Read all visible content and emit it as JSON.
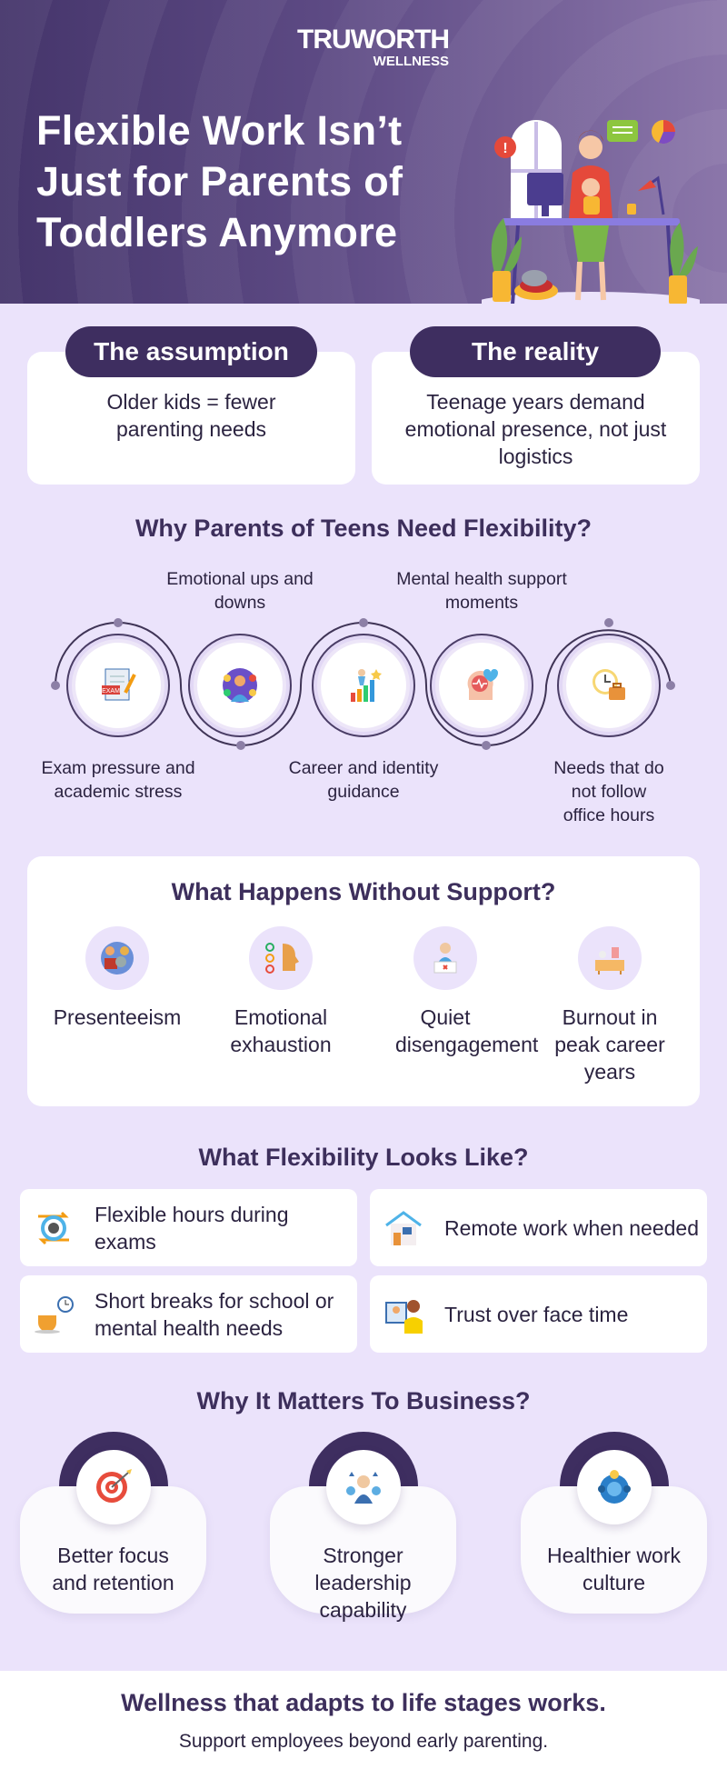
{
  "brand": {
    "name": "TRUWORTH",
    "sub": "WELLNESS"
  },
  "title": [
    "Flexible Work Isn’t",
    "Just for Parents of",
    "Toddlers Anymore"
  ],
  "comparison": [
    {
      "label": "The assumption",
      "text": "Older kids = fewer parenting needs"
    },
    {
      "label": "The reality",
      "text": "Teenage years demand emotional presence, not just logistics"
    }
  ],
  "why_teens": {
    "heading": "Why Parents of Teens Need Flexibility?",
    "items": [
      {
        "label": "Exam pressure and academic stress",
        "icon": "exam-icon"
      },
      {
        "label": "Emotional ups and downs",
        "icon": "emotions-icon"
      },
      {
        "label": "Career and identity guidance",
        "icon": "career-growth-icon"
      },
      {
        "label": "Mental health support moments",
        "icon": "brain-health-icon"
      },
      {
        "label": "Needs that do not follow office hours",
        "icon": "clock-briefcase-icon"
      }
    ]
  },
  "without_support": {
    "heading": "What Happens Without Support?",
    "items": [
      {
        "label": "Presenteeism",
        "icon": "presenteeism-icon"
      },
      {
        "label": "Emotional exhaustion",
        "icon": "exhaustion-icon"
      },
      {
        "label": "Quiet disengagement",
        "icon": "disengagement-icon"
      },
      {
        "label": "Burnout in peak career years",
        "icon": "burnout-desk-icon"
      }
    ]
  },
  "flexibility": {
    "heading": "What Flexibility Looks Like?",
    "items": [
      {
        "label": "Flexible hours during exams",
        "icon": "gear-cycle-icon"
      },
      {
        "label": "Remote work when needed",
        "icon": "home-office-icon"
      },
      {
        "label": "Short breaks for school or mental health needs",
        "icon": "coffee-clock-icon"
      },
      {
        "label": "Trust over face time",
        "icon": "video-call-icon"
      }
    ]
  },
  "business": {
    "heading": "Why It Matters To Business?",
    "items": [
      {
        "label": "Better focus and retention",
        "icon": "target-icon"
      },
      {
        "label": "Stronger leadership capability",
        "icon": "leader-icon"
      },
      {
        "label": "Healthier work culture",
        "icon": "team-gear-icon"
      }
    ]
  },
  "footer": {
    "headline": "Wellness that adapts to life stages works.",
    "sub": "Support employees beyond early parenting."
  },
  "colors": {
    "dark_purple": "#3e2e60",
    "lavender": "#ebe3fb",
    "heading": "#3d2f5c"
  }
}
